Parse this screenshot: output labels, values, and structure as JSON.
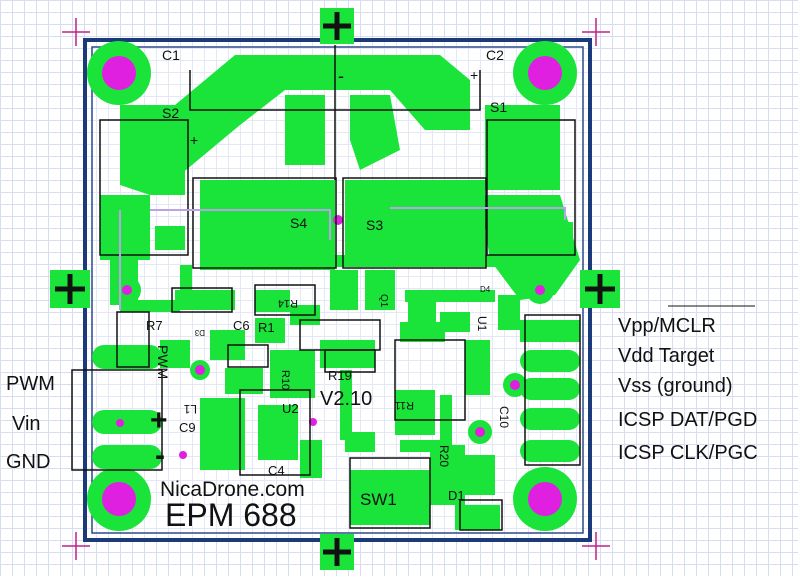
{
  "colors": {
    "copper": "#1ae33a",
    "pad_hole": "#e020e0",
    "outline": "#1a3a7a",
    "silk": "#111111",
    "background": "#ffffff",
    "grid": "#d6dcf2",
    "crosshair": "#c0208a"
  },
  "components": {
    "C1": "C1",
    "C2": "C2",
    "S1": "S1",
    "S2": "S2",
    "S3": "S3",
    "S4": "S4",
    "R7": "R7",
    "C6": "C6",
    "R1": "R1",
    "R14": "R14",
    "R19": "R19",
    "R10": "R10",
    "R11": "R11",
    "R20": "R20",
    "C9": "C9",
    "C4": "C4",
    "C10": "C10",
    "U1": "U1",
    "U2": "U2",
    "L1": "L1",
    "D1": "D1",
    "D3": "D3",
    "D4": "D4",
    "SW1": "SW1",
    "Q": "Q1",
    "pwm_vertical": "PWM"
  },
  "polarity": {
    "plus": "+",
    "minus": "-"
  },
  "board_text": {
    "version": "V2.10",
    "website": "NicaDrone.com",
    "product": "EPM 688"
  },
  "left_pins": [
    "PWM",
    "Vin",
    "GND"
  ],
  "right_pins": [
    "Vpp/MCLR",
    "Vdd Target",
    "Vss (ground)",
    "ICSP DAT/PGD",
    "ICSP CLK/PGC"
  ]
}
